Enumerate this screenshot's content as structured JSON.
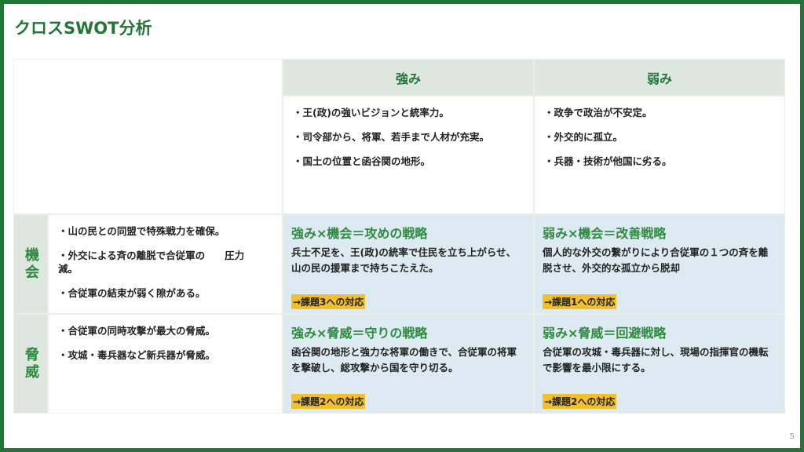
{
  "title": "クロスSWOT分析",
  "page_number": "5",
  "headers": {
    "strengths": "強み",
    "weaknesses": "弱み"
  },
  "rows": {
    "opportunities": "機会",
    "threats": "脅威"
  },
  "strengths": [
    "・王(政)の強いビジョンと統率力。",
    "・司令部から、将軍、若手まで人材が充実。",
    "・国土の位置と函谷関の地形。"
  ],
  "weaknesses": [
    "・政争で政治が不安定。",
    "・外交的に孤立。",
    "・兵器・技術が他国に劣る。"
  ],
  "opportunities": [
    "・山の民との同盟で特殊戦力を確保。",
    "・外交による斉の離脱で合従軍の　　圧力減。",
    "・合従軍の結束が弱く隙がある。"
  ],
  "threats": [
    "・合従軍の同時攻撃が最大の脅威。",
    "・攻城・毒兵器など新兵器が脅威。"
  ],
  "strategies": [
    {
      "title": "強み×機会＝攻めの戦略",
      "body": "兵士不足を、王(政)の統率で住民を立ち上がらせ、山の民の援軍まで持ちこたえた。",
      "tag": "→課題3への対応"
    },
    {
      "title": "弱み×機会＝改善戦略",
      "body": "個人的な外交の繋がりにより合従軍の１つの斉を離脱させ、外交的な孤立から脱却",
      "tag": "→課題1への対応"
    },
    {
      "title": "強み×脅威＝守りの戦略",
      "body": "函谷関の地形と強力な将軍の働きで、合従軍の将軍を撃破し、総攻撃から国を守り切る。",
      "tag": "→課題2への対応"
    },
    {
      "title": "弱み×脅威＝回避戦略",
      "body": "合従軍の攻城・毒兵器に対し、現場の指揮官の機転で影響を最小限にする。",
      "tag": "→課題2への対応"
    }
  ]
}
